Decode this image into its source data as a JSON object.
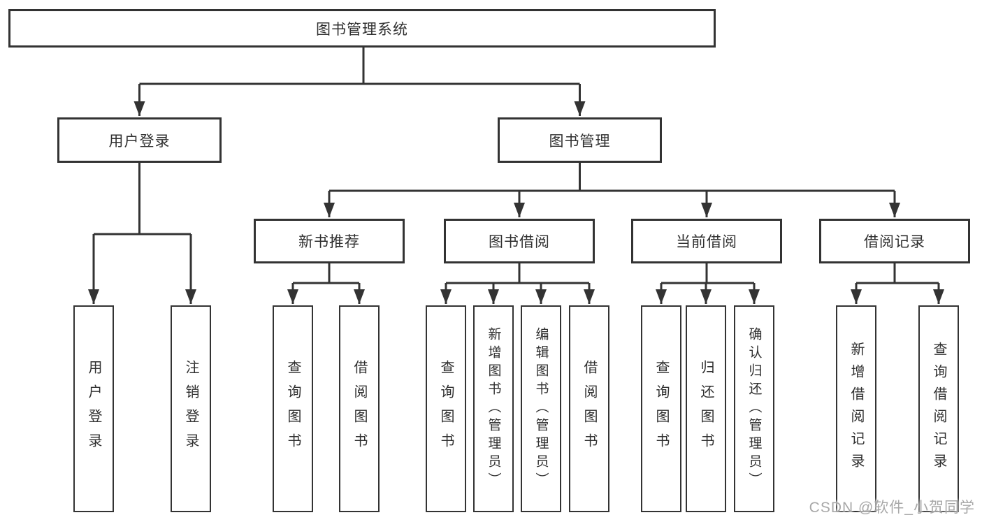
{
  "tree": {
    "root": "图书管理系统",
    "branches": [
      {
        "label": "用户登录",
        "leaves": [
          "用户登录",
          "注销登录"
        ]
      },
      {
        "label": "图书管理",
        "children": [
          {
            "label": "新书推荐",
            "leaves": [
              "查询图书",
              "借阅图书"
            ]
          },
          {
            "label": "图书借阅",
            "leaves": [
              "查询图书",
              "新增图书（管理员）",
              "编辑图书（管理员）",
              "借阅图书"
            ]
          },
          {
            "label": "当前借阅",
            "leaves": [
              "查询图书",
              "归还图书",
              "确认归还（管理员）"
            ]
          },
          {
            "label": "借阅记录",
            "leaves": [
              "新增借阅记录",
              "查询借阅记录"
            ]
          }
        ]
      }
    ]
  },
  "watermark": {
    "text": "CSDN @软件_小贺同学"
  },
  "colors": {
    "line": "#333333",
    "box_border": "#333333",
    "text": "#2f2f2f",
    "watermark": "#a8a8a8",
    "background": "#ffffff"
  }
}
